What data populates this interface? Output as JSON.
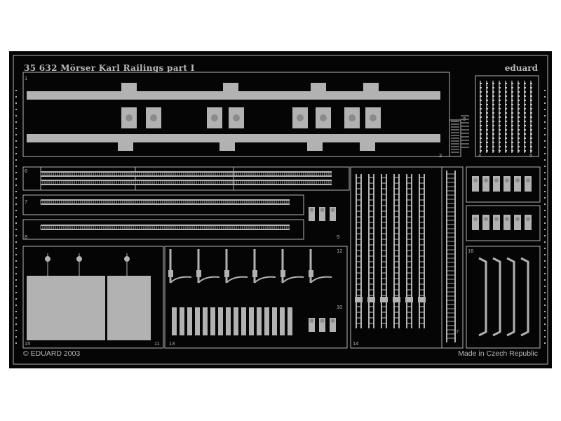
{
  "fret": {
    "title": "35 632  Mörser Karl Railings   part I",
    "brand": "eduard",
    "copyright": "© EDUARD 2003",
    "made_in": "Made in Czech Republic"
  },
  "part_numbers": [
    "1",
    "2",
    "3",
    "4",
    "5",
    "6",
    "7",
    "8",
    "9",
    "10",
    "11",
    "12",
    "13",
    "14",
    "15",
    "16",
    "17"
  ],
  "colors": {
    "fret": "#050505",
    "metal": "#b2b2b2",
    "metal_light": "#c8c8c8",
    "metal_dark": "#8a8a8a"
  }
}
